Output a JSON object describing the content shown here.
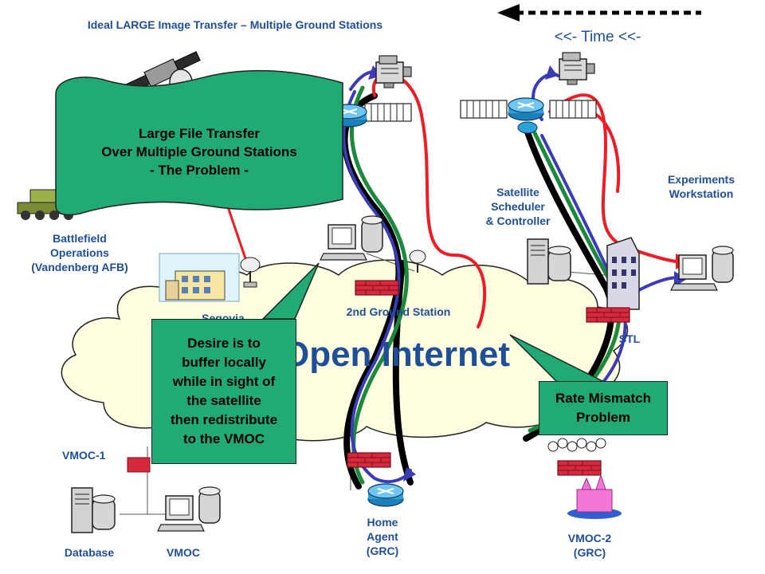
{
  "title": "Ideal LARGE Image Transfer – Multiple Ground Stations",
  "time_label": "<<- Time <<-",
  "cloud_label": "Open Internet",
  "labels": {
    "battlefield": [
      "Battlefield",
      "Operations",
      "(Vandenberg AFB)"
    ],
    "segovia": "Segovia",
    "second_ground_station": "2nd Ground Station",
    "satellite_scheduler": [
      "Satellite",
      "Scheduler",
      "& Controller"
    ],
    "experiments_workstation": [
      "Experiments",
      "Workstation"
    ],
    "stl": "STL",
    "vmoc1": "VMOC-1",
    "database": "Database",
    "vmoc": "VMOC",
    "home_agent": [
      "Home",
      "Agent",
      "(GRC)"
    ],
    "vmoc2": [
      "VMOC-2",
      "(GRC)"
    ]
  },
  "callouts": {
    "large_file": [
      "Large File Transfer",
      "Over Multiple Ground Stations",
      "- The Problem -"
    ],
    "desire": [
      "Desire is to",
      "buffer locally",
      "while in sight of",
      "the satellite",
      "then redistribute",
      "to the VMOC"
    ],
    "rate_mismatch": [
      "Rate Mismatch",
      "Problem"
    ]
  },
  "colors": {
    "label_blue": "#1f4f96",
    "callout_green": "#21aa73",
    "path_red": "#ee1c24",
    "path_blue": "#3b3bb8",
    "path_green": "#1c8a3c",
    "path_black": "#000000",
    "firewall_red": "#d62a3c",
    "cloud_fill": "#fffee0"
  },
  "icons": [
    "satellite-icon",
    "satellite-dish-icon",
    "camera-icon",
    "router-icon",
    "firewall-icon",
    "workstation-icon",
    "server-icon",
    "building-icon",
    "tank-icon",
    "castle-icon"
  ]
}
